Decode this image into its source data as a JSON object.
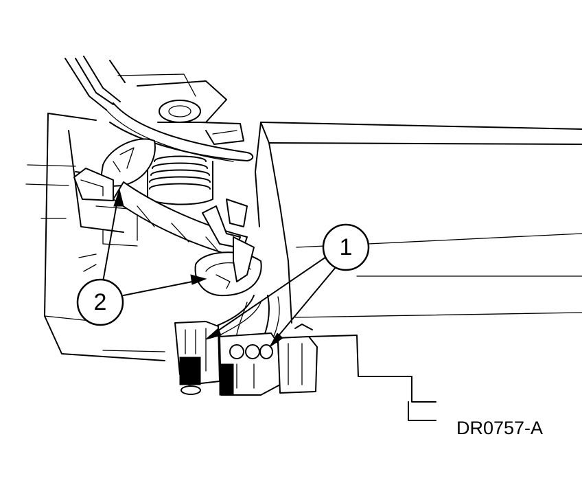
{
  "callouts": [
    {
      "label": "1"
    },
    {
      "label": "2"
    }
  ],
  "figure_id": "DR0757-A"
}
